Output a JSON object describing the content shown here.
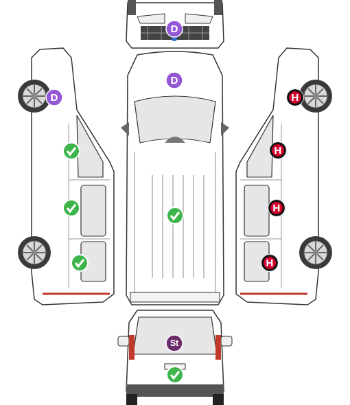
{
  "diagram": {
    "nodes": [
      {
        "text": [
          "D"
        ]
      },
      {
        "text": [
          "D"
        ]
      },
      {
        "text": [
          "D"
        ]
      },
      {
        "text": [
          "H"
        ]
      },
      {
        "text": [
          "H"
        ]
      },
      {
        "text": [
          "H"
        ]
      },
      {
        "text": [
          "H"
        ]
      },
      {
        "text": [
          "St"
        ]
      }
    ]
  }
}
